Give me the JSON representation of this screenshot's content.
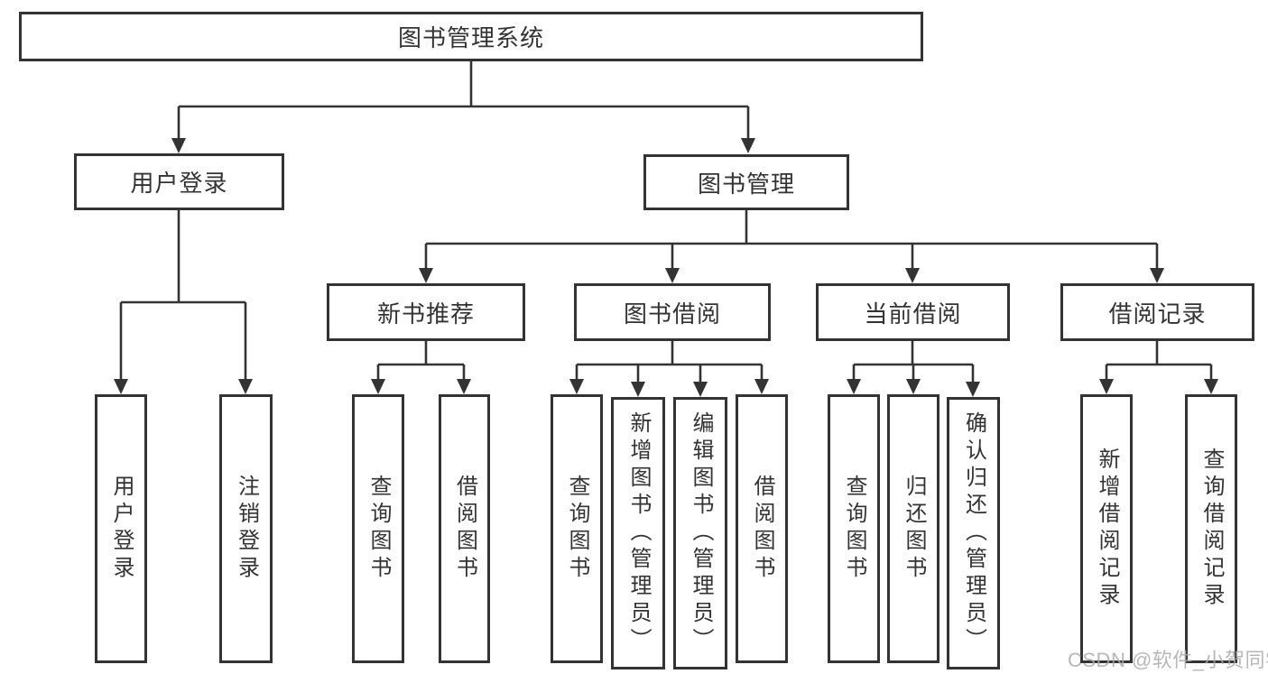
{
  "tree": {
    "root": {
      "label": "图书管理系统"
    },
    "level2": [
      {
        "label": "用户登录"
      },
      {
        "label": "图书管理"
      }
    ],
    "level3": [
      {
        "label": "新书推荐"
      },
      {
        "label": "图书借阅"
      },
      {
        "label": "当前借阅"
      },
      {
        "label": "借阅记录"
      }
    ],
    "leaves": {
      "login": [
        {
          "label": "用户登录"
        },
        {
          "label": "注销登录"
        }
      ],
      "recommend": [
        {
          "label": "查询图书"
        },
        {
          "label": "借阅图书"
        }
      ],
      "borrow": [
        {
          "label": "查询图书"
        },
        {
          "label": "新增图书（管理员）"
        },
        {
          "label": "编辑图书（管理员）"
        },
        {
          "label": "借阅图书"
        }
      ],
      "current": [
        {
          "label": "查询图书"
        },
        {
          "label": "归还图书"
        },
        {
          "label": "确认归还（管理员）"
        }
      ],
      "records": [
        {
          "label": "新增借阅记录"
        },
        {
          "label": "查询借阅记录"
        }
      ]
    }
  },
  "watermark": {
    "text": "CSDN @软件_小贺同学"
  },
  "colors": {
    "line": "#333333",
    "text": "#333333",
    "background": "#ffffff",
    "watermark": "#ababab"
  }
}
